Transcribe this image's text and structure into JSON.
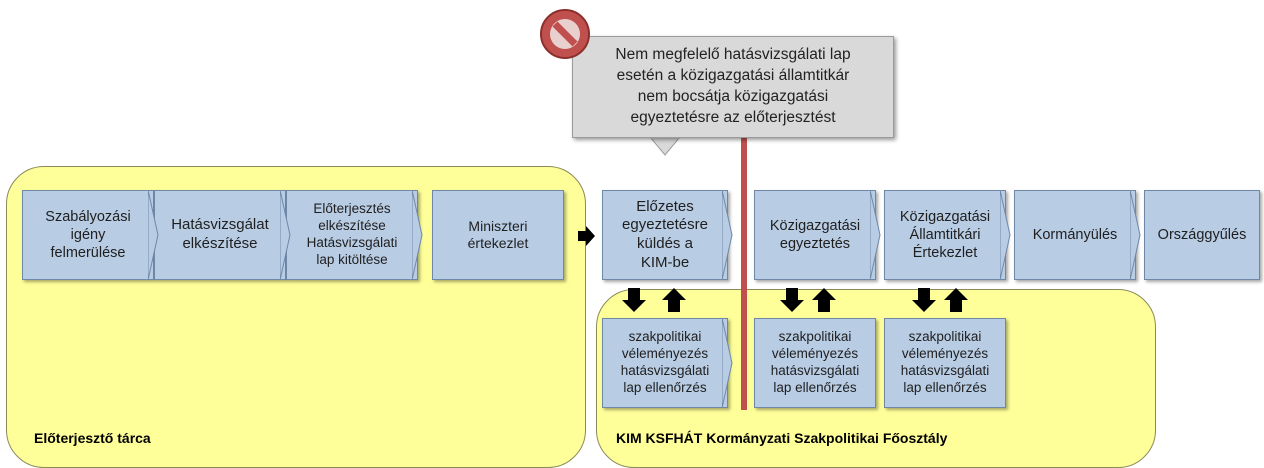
{
  "warning": {
    "icon": "no-entry-icon",
    "text": "Nem megfelelő hatásvizsgálati lap\nesetén a közigazgatási államtitkár\nnem bocsátja közigazgatási\negyeztetésre az előterjesztést"
  },
  "regions": {
    "left_label": "Előterjesztő tárca",
    "right_label": "KIM KSFHÁT Kormányzati Szakpolitikai Főosztály"
  },
  "steps": [
    "Szabályozási\nigény\nfelmerülése",
    "Hatásvizsgálat\nelkészítése",
    "Előterjesztés\nelkészítése\nHatásvizsgálati\nlap kitöltése",
    "Miniszteri\nértekezlet",
    "Előzetes\negyeztetésre\nküldés a\nKIM-be",
    "Közigazgatási\negyeztetés",
    "Közigazgatási\nÁllamtitkári\nÉrtekezlet",
    "Kormányülés",
    "Országgyűlés"
  ],
  "review_boxes": [
    "szakpolitikai\nvéleményezés\nhatásvizsgálati\nlap ellenőrzés",
    "szakpolitikai\nvéleményezés\nhatásvizsgálati\nlap ellenőrzés",
    "szakpolitikai\nvéleményezés\nhatásvizsgálati\nlap ellenőrzés"
  ],
  "colors": {
    "region": "#ffff99",
    "box": "#b8cce4",
    "warning_line": "#c0504d",
    "callout": "#d9d9d9"
  }
}
